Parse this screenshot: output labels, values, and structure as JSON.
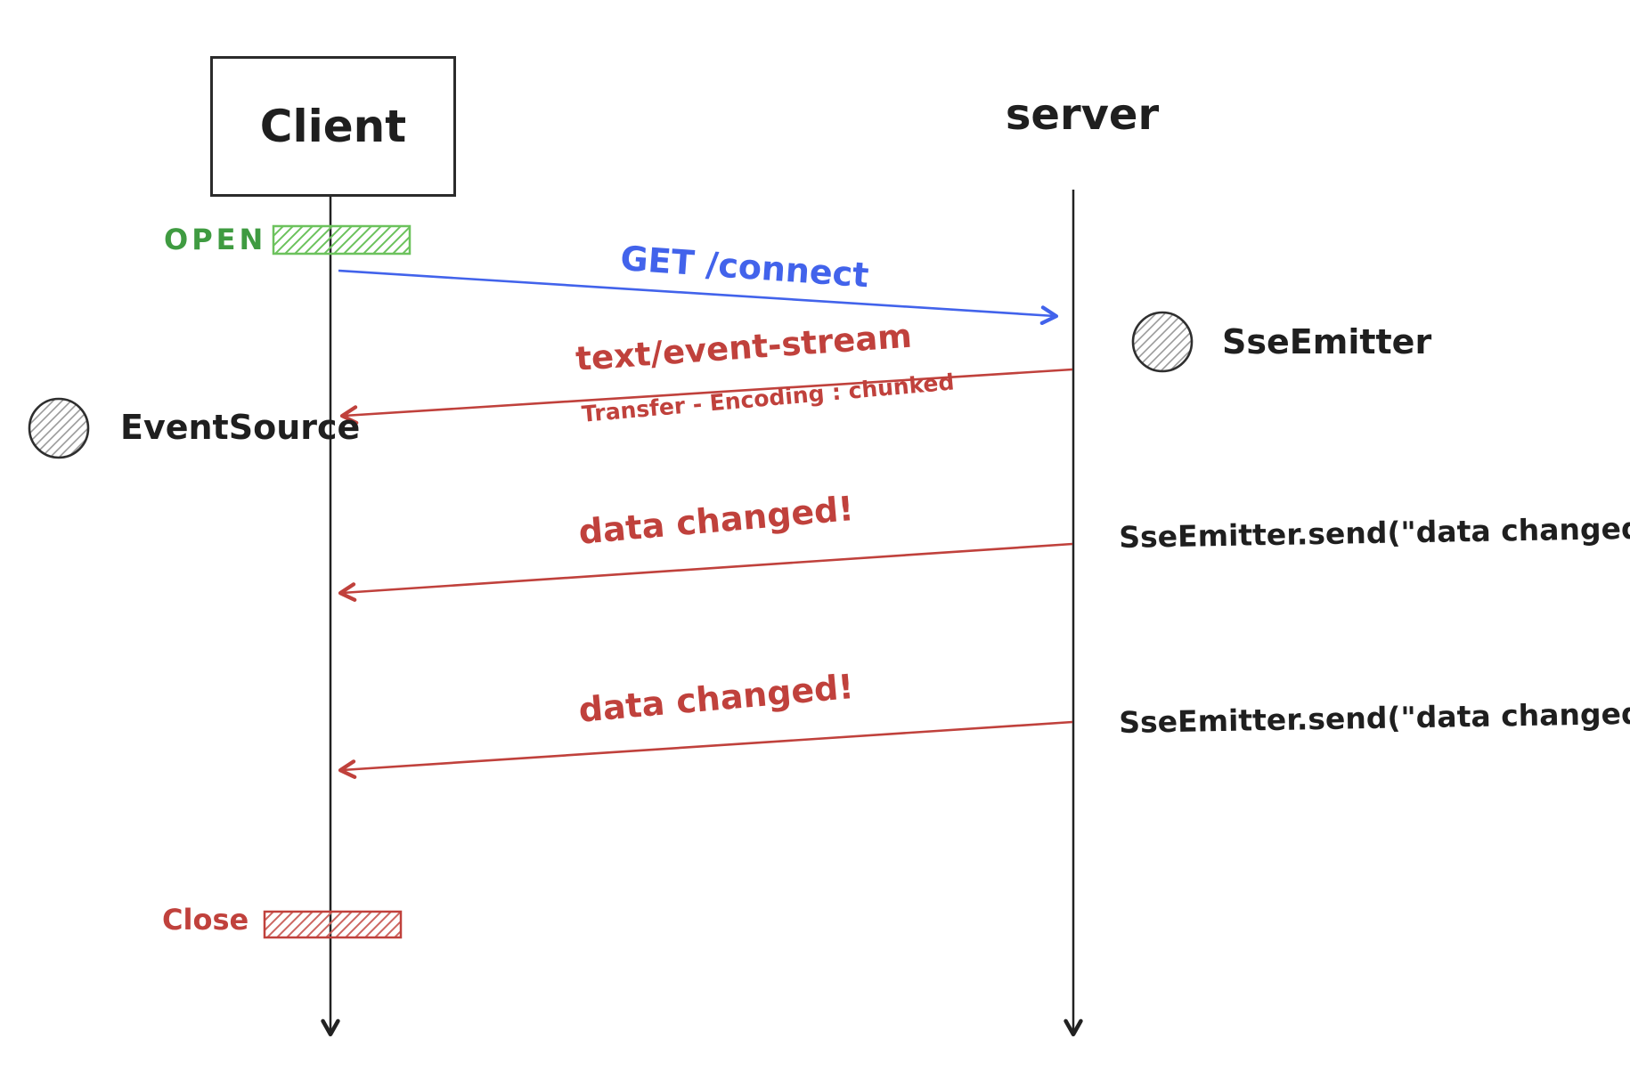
{
  "actors": {
    "client": "Client",
    "server": "server"
  },
  "client_side": {
    "open_label": "OPEN",
    "close_label": "Close",
    "event_source_label": "EventSource"
  },
  "server_side": {
    "sse_emitter_label": "SseEmitter"
  },
  "messages": {
    "connect": {
      "label": "GET /connect",
      "direction": "client-to-server"
    },
    "stream": {
      "label": "text/event-stream",
      "sublabel": "Transfer - Encoding : chunked",
      "direction": "server-to-client"
    },
    "data1": {
      "label": "data changed!",
      "note": "SseEmitter.send(\"data changed\")",
      "direction": "server-to-client"
    },
    "data2": {
      "label": "data changed!",
      "note": "SseEmitter.send(\"data changed\")",
      "direction": "server-to-client"
    }
  },
  "colors": {
    "message_blue": "#4263eb",
    "message_red": "#c0413c",
    "open_green": "#3f9b41",
    "open_green_hatch": "#6cc25d",
    "lifeline_black": "#222222",
    "hatch_gray": "#9a9a9a"
  }
}
